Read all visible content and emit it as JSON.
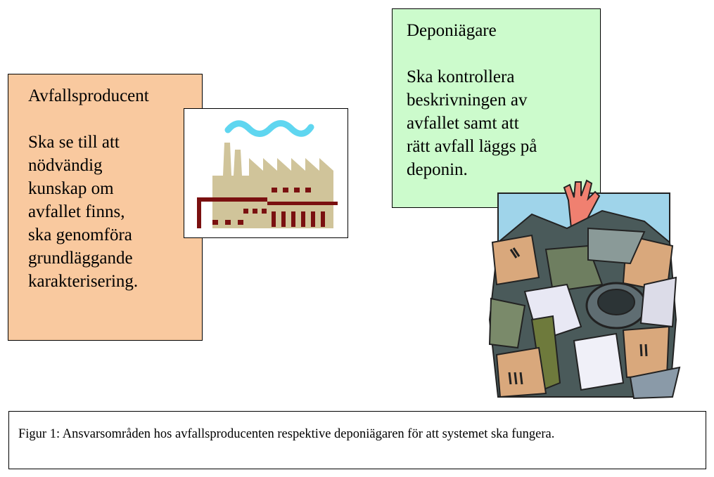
{
  "producer": {
    "title": "Avfallsproducent",
    "body": "Ska se till att\nnödvändig\nkunskap om\navfallet finns,\nska genomföra\ngrundläggande\nkarakterisering.",
    "color": "#f9c99f"
  },
  "owner": {
    "title": "Deponiägare",
    "body": "Ska kontrollera\nbeskrivningen av\navfallet samt att\nrätt avfall läggs på\ndeponin.",
    "color": "#ccfbcc"
  },
  "images": {
    "factory": "factory-icon",
    "dump": "waste-dump-icon"
  },
  "caption": "Figur 1: Ansvarsområden hos avfallsproducenten respektive deponiägaren för att systemet ska fungera."
}
